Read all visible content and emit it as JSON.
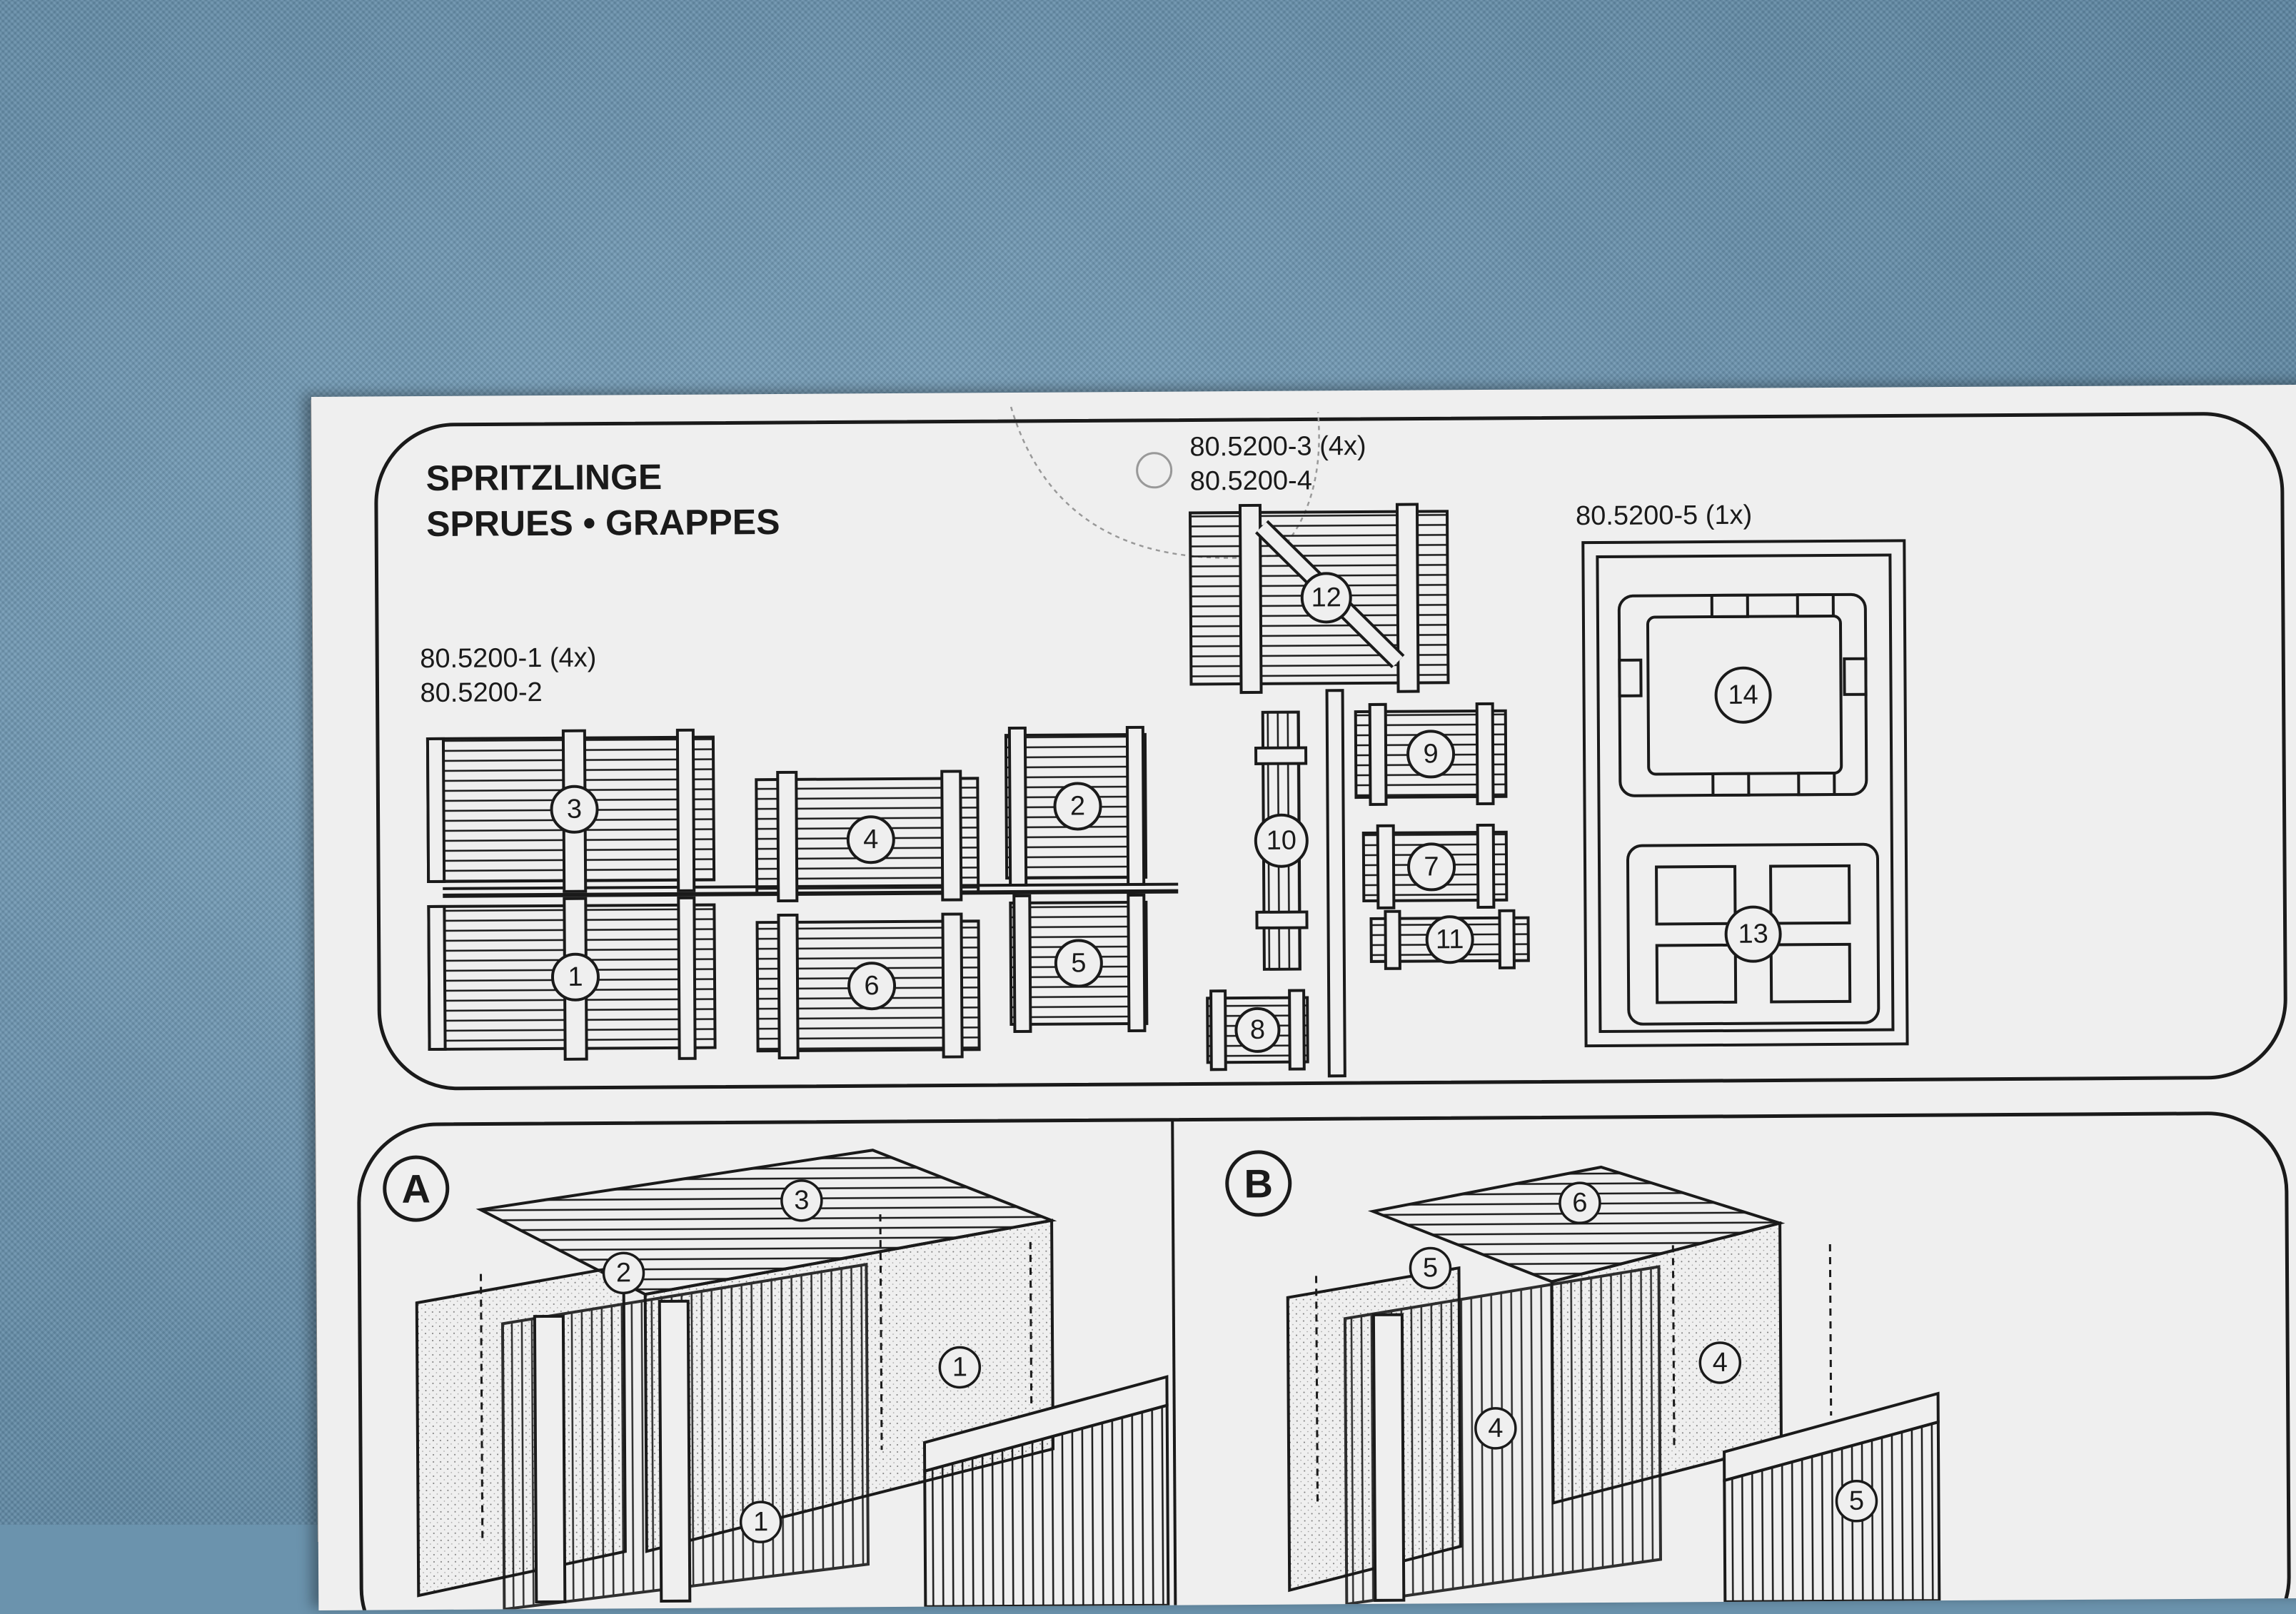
{
  "sprues_panel": {
    "title_line1": "SPRITZLINGE",
    "title_line2": "SPRUES • GRAPPES",
    "sprue_a_line1": "80.5200-1 (4x)",
    "sprue_a_line2": "80.5200-2",
    "sprue_b_line1": "80.5200-3 (4x)",
    "sprue_b_line2": "80.5200-4",
    "sprue_c_line1": "80.5200-5 (1x)"
  },
  "parts": {
    "p1": "1",
    "p2": "2",
    "p3": "3",
    "p4": "4",
    "p5": "5",
    "p6": "6",
    "p7": "7",
    "p8": "8",
    "p9": "9",
    "p10": "10",
    "p11": "11",
    "p12": "12",
    "p13": "13",
    "p14": "14"
  },
  "assembly": {
    "step_a": "A",
    "step_b": "B",
    "a_parts": [
      "3",
      "2",
      "1",
      "1"
    ],
    "b_parts": [
      "6",
      "5",
      "4",
      "4",
      "5"
    ]
  },
  "colors": {
    "ink": "#1a1a1a",
    "paper": "#efefef",
    "fabric": "#6b93ad"
  }
}
